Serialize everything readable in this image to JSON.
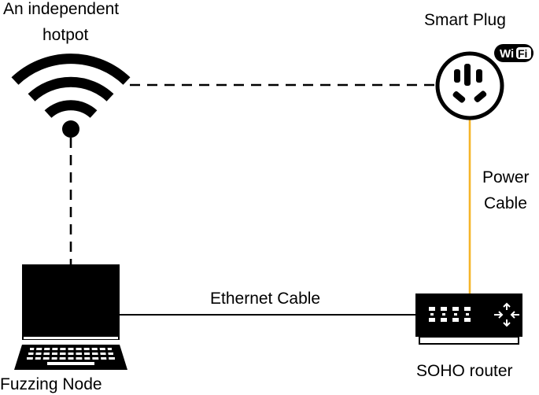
{
  "labels": {
    "hotspot_line1": "An independent",
    "hotspot_line2": "hotpot",
    "smart_plug": "Smart Plug",
    "wifi_logo": "Wi Fi",
    "power_cable_line1": "Power",
    "power_cable_line2": "Cable",
    "ethernet_cable": "Ethernet Cable",
    "soho_router": "SOHO router",
    "fuzzing_node": "Fuzzing Node"
  },
  "nodes": [
    {
      "id": "hotspot",
      "icon": "wifi-icon"
    },
    {
      "id": "smart-plug",
      "icon": "power-socket-icon"
    },
    {
      "id": "router",
      "icon": "router-icon"
    },
    {
      "id": "fuzzing-node",
      "icon": "laptop-icon"
    }
  ],
  "connections": [
    {
      "from": "hotspot",
      "to": "smart-plug",
      "style": "dashed",
      "color": "#000000"
    },
    {
      "from": "hotspot",
      "to": "fuzzing-node",
      "style": "dashed",
      "color": "#000000"
    },
    {
      "from": "smart-plug",
      "to": "router",
      "style": "solid",
      "color": "#f5b528",
      "label": "Power Cable"
    },
    {
      "from": "fuzzing-node",
      "to": "router",
      "style": "solid",
      "color": "#000000",
      "label": "Ethernet Cable"
    }
  ],
  "colors": {
    "power_cable": "#f5b528",
    "foreground": "#000000",
    "background": "#ffffff"
  }
}
